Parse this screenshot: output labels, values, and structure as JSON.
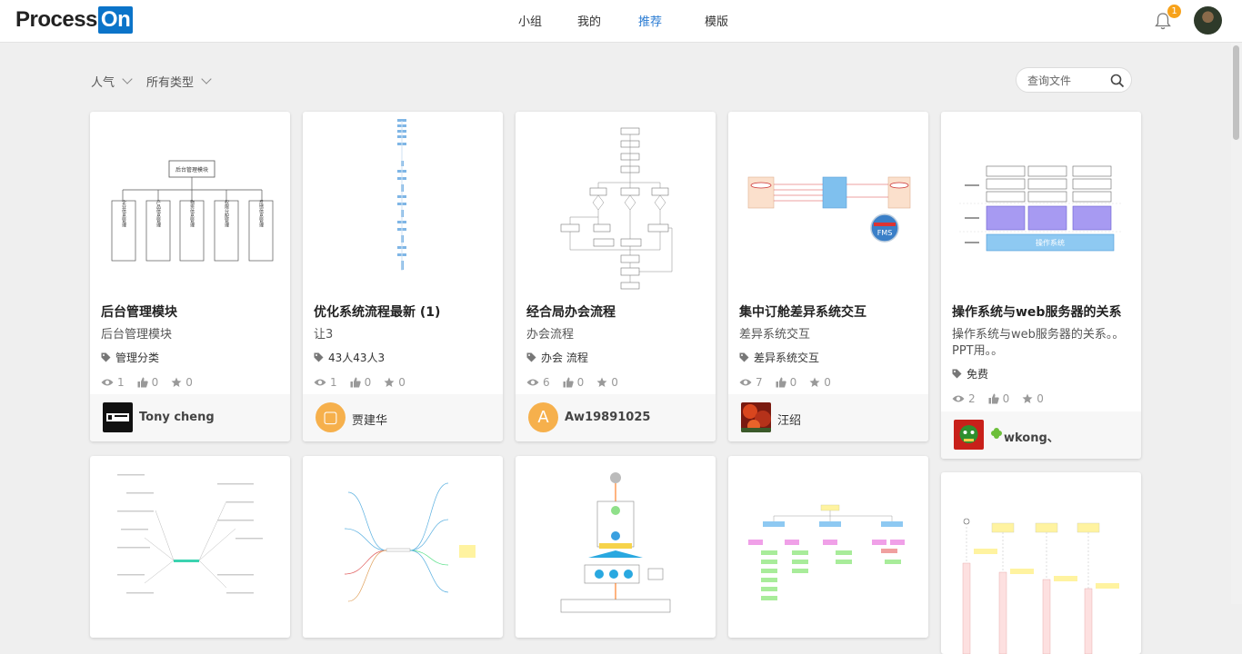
{
  "app": {
    "logo_part1": "Process",
    "logo_part2": "On"
  },
  "nav": {
    "items": [
      "小组",
      "我的",
      "推荐",
      "模版"
    ],
    "active": "推荐"
  },
  "notifications": {
    "count": "1"
  },
  "filters": {
    "sort_label": "人气",
    "type_label": "所有类型"
  },
  "search": {
    "placeholder": "查询文件"
  },
  "cards": [
    {
      "title": "后台管理模块",
      "desc": "后台管理模块",
      "tag": "管理分类",
      "views": "1",
      "likes": "0",
      "stars": "0",
      "author": "Tony cheng"
    },
    {
      "title": "优化系统流程最新 (1)",
      "desc": "让3",
      "tag": "43人43人3",
      "views": "1",
      "likes": "0",
      "stars": "0",
      "author": "贾建华",
      "avatar_char": "▢"
    },
    {
      "title": "经合局办会流程",
      "desc": "办会流程",
      "tag": "办会 流程",
      "views": "6",
      "likes": "0",
      "stars": "0",
      "author": "Aw19891025",
      "avatar_char": "A"
    },
    {
      "title": "集中订舱差异系统交互",
      "desc": "差异系统交互",
      "tag": "差异系统交互",
      "views": "7",
      "likes": "0",
      "stars": "0",
      "author": "汪绍"
    },
    {
      "title": "操作系统与web服务器的关系",
      "desc": "操作系统与web服务器的关系。。PPT用。。",
      "tag": "免费",
      "views": "2",
      "likes": "0",
      "stars": "0",
      "author": "wkong、",
      "thumb_text": "操作系统"
    }
  ],
  "card1_thumb": {
    "root": "后台管理模块",
    "children": [
      "企业信息管理",
      "产品信息管理",
      "物资信息管理",
      "权限分配管理",
      "反馈信息管理"
    ]
  },
  "card4_thumb": {
    "badge": "FMS"
  },
  "colors": {
    "accent": "#2b7cd3",
    "badge": "#f7a21b",
    "logo_blue": "#0b74c9"
  }
}
